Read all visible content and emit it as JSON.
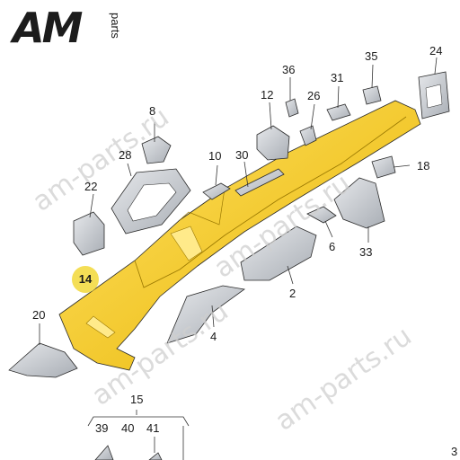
{
  "logo": {
    "main": "AM",
    "sub": "parts"
  },
  "watermark": "am-parts.ru",
  "callouts": {
    "c2": "2",
    "c4": "4",
    "c6": "6",
    "c8": "8",
    "c10": "10",
    "c12": "12",
    "c14": "14",
    "c15": "15",
    "c18": "18",
    "c20": "20",
    "c22": "22",
    "c24": "24",
    "c26": "26",
    "c28": "28",
    "c30": "30",
    "c31": "31",
    "c33": "33",
    "c35": "35",
    "c36": "36",
    "c39": "39",
    "c40": "40",
    "c41": "41",
    "c3": "3"
  },
  "colors": {
    "highlight_part": "#f2c500",
    "highlight_badge": "#f4de56",
    "part_fill": "#cfd3d8",
    "outline": "#2a2a2a"
  }
}
